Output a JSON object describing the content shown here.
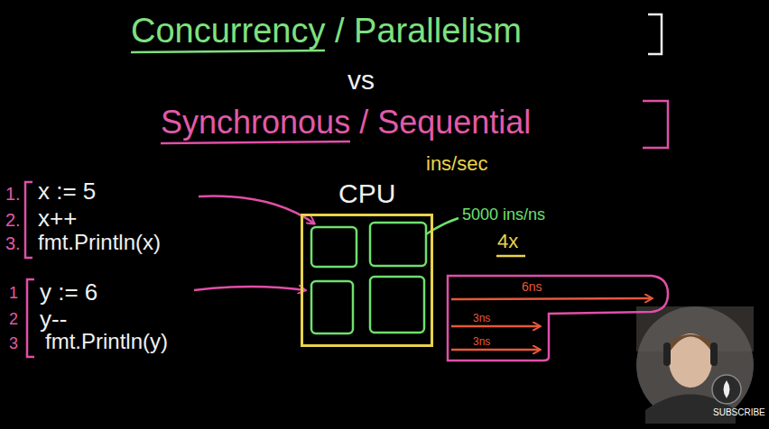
{
  "diagram": {
    "title": "Concurrency / Parallelism",
    "nodes": [
      {
        "text": [
          "CPU"
        ]
      },
      {
        "text": [
          "6ns",
          "3ns",
          "3ns"
        ]
      }
    ],
    "labels": [
      "vs",
      "Synchronous / Sequential",
      "ins/sec",
      "1.",
      "x := 5",
      "2.",
      "x++",
      "3.",
      "fmt.Println(x)",
      "1",
      "y := 6",
      "2",
      "y--",
      "3",
      "fmt.Println(y)",
      "5000 ins/ns",
      "4x",
      "SUBSCRIBE"
    ]
  }
}
